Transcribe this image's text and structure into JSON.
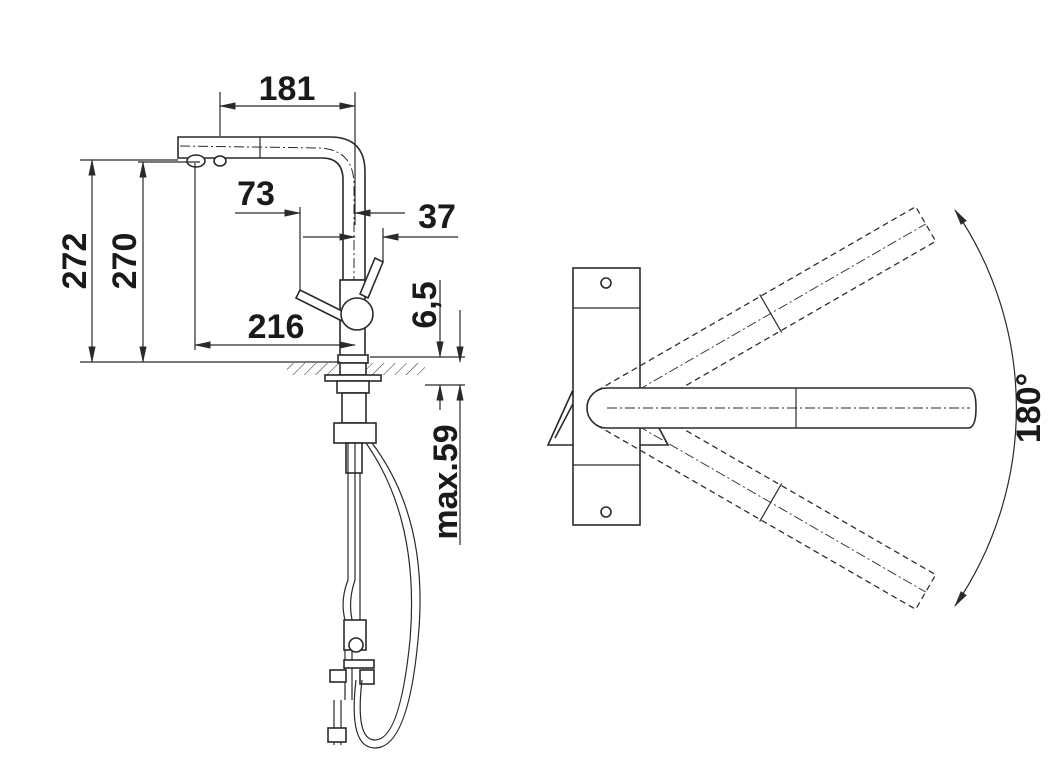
{
  "side_view": {
    "dim_spout_reach": "181",
    "dim_height_total": "272",
    "dim_height_outlet": "270",
    "dim_lever_front": "73",
    "dim_lever_back": "37",
    "dim_base_to_outlet": "216",
    "dim_deck_gap": "6,5",
    "dim_max_deck_thickness": "max.59"
  },
  "top_view": {
    "dim_swivel_angle": "180°"
  }
}
